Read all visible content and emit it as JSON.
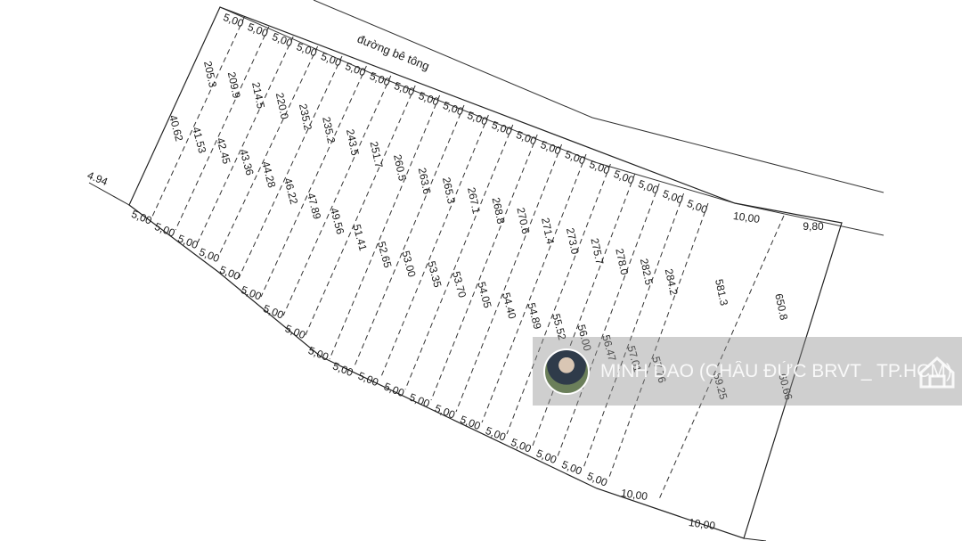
{
  "road_label": "đường bê tông",
  "corner_left_label": "4.94",
  "corner_right_label": "9,80",
  "plots": [
    {
      "top_width": "5,00",
      "bottom_width": "5,00",
      "area": "205.3",
      "side": "40.62"
    },
    {
      "top_width": "5,00",
      "bottom_width": "5,00",
      "area": "209.9",
      "side": "41.53"
    },
    {
      "top_width": "5,00",
      "bottom_width": "5,00",
      "area": "214.5",
      "side": "42.45"
    },
    {
      "top_width": "5,00",
      "bottom_width": "5,00",
      "area": "220.0",
      "side": "43.36"
    },
    {
      "top_width": "5,00",
      "bottom_width": "5,00",
      "area": "235.2",
      "side": "44.28"
    },
    {
      "top_width": "5,00",
      "bottom_width": "5,00",
      "area": "235.2",
      "side": "46.22"
    },
    {
      "top_width": "5,00",
      "bottom_width": "5,00",
      "area": "243.5",
      "side": "47.89"
    },
    {
      "top_width": "5,00",
      "bottom_width": "5,00",
      "area": "251.7",
      "side": "49.56"
    },
    {
      "top_width": "5,00",
      "bottom_width": "5,00",
      "area": "260.5",
      "side": "51.41"
    },
    {
      "top_width": "5,00",
      "bottom_width": "5,00",
      "area": "263.6",
      "side": "52.65"
    },
    {
      "top_width": "5,00",
      "bottom_width": "5,00",
      "area": "265.3",
      "side": "53.00"
    },
    {
      "top_width": "5,00",
      "bottom_width": "5,00",
      "area": "267.1",
      "side": "53.35"
    },
    {
      "top_width": "5,00",
      "bottom_width": "5,00",
      "area": "268.8",
      "side": "53.70"
    },
    {
      "top_width": "5,00",
      "bottom_width": "5,00",
      "area": "270.6",
      "side": "54.05"
    },
    {
      "top_width": "5,00",
      "bottom_width": "5,00",
      "area": "271.4",
      "side": "54.40"
    },
    {
      "top_width": "5,00",
      "bottom_width": "5,00",
      "area": "273.0",
      "side": "54.89"
    },
    {
      "top_width": "5,00",
      "bottom_width": "5,00",
      "area": "275.7",
      "side": "55.52"
    },
    {
      "top_width": "5,00",
      "bottom_width": "5,00",
      "area": "278.0",
      "side": "56.00"
    },
    {
      "top_width": "5,00",
      "bottom_width": "5,00",
      "area": "282.5",
      "side": "56.47"
    },
    {
      "top_width": "5,00",
      "bottom_width": "5,00",
      "area": "284.2",
      "side": "57.01"
    },
    {
      "top_width": "10,00",
      "bottom_width": "10,00",
      "area": "581.3",
      "side": "57.76"
    },
    {
      "top_width": "",
      "bottom_width": "10,00",
      "area": "650.8",
      "side": "59.25"
    }
  ],
  "last_side_label": "60.66",
  "watermark": {
    "name": "MINH DAO (CHÂU ĐỨC BRVT_ TP.HCM)",
    "logo_icon": "house-logo-icon"
  }
}
